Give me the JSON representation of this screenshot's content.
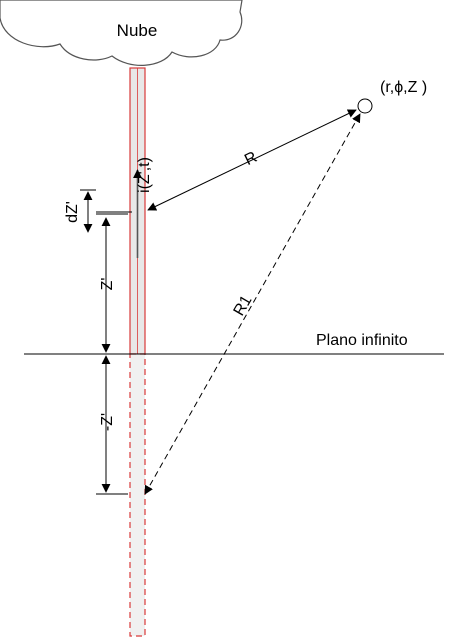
{
  "labels": {
    "cloud": "Nube",
    "point": "(r,ϕ,Z )",
    "current": "i(Z',t)",
    "R": "R",
    "R1": "R1",
    "dZ": "dZ'",
    "Z_pos": "Z'",
    "Z_neg": "-Z'",
    "plane": "Plano infinito"
  },
  "colors": {
    "channel_stroke": "#d83a3a",
    "channel_fill": "#e8e8e8",
    "line": "#000000",
    "point_fill": "#ffffff"
  },
  "icons": {
    "cloud": "cloud-shape",
    "point": "observation-point-circle"
  }
}
